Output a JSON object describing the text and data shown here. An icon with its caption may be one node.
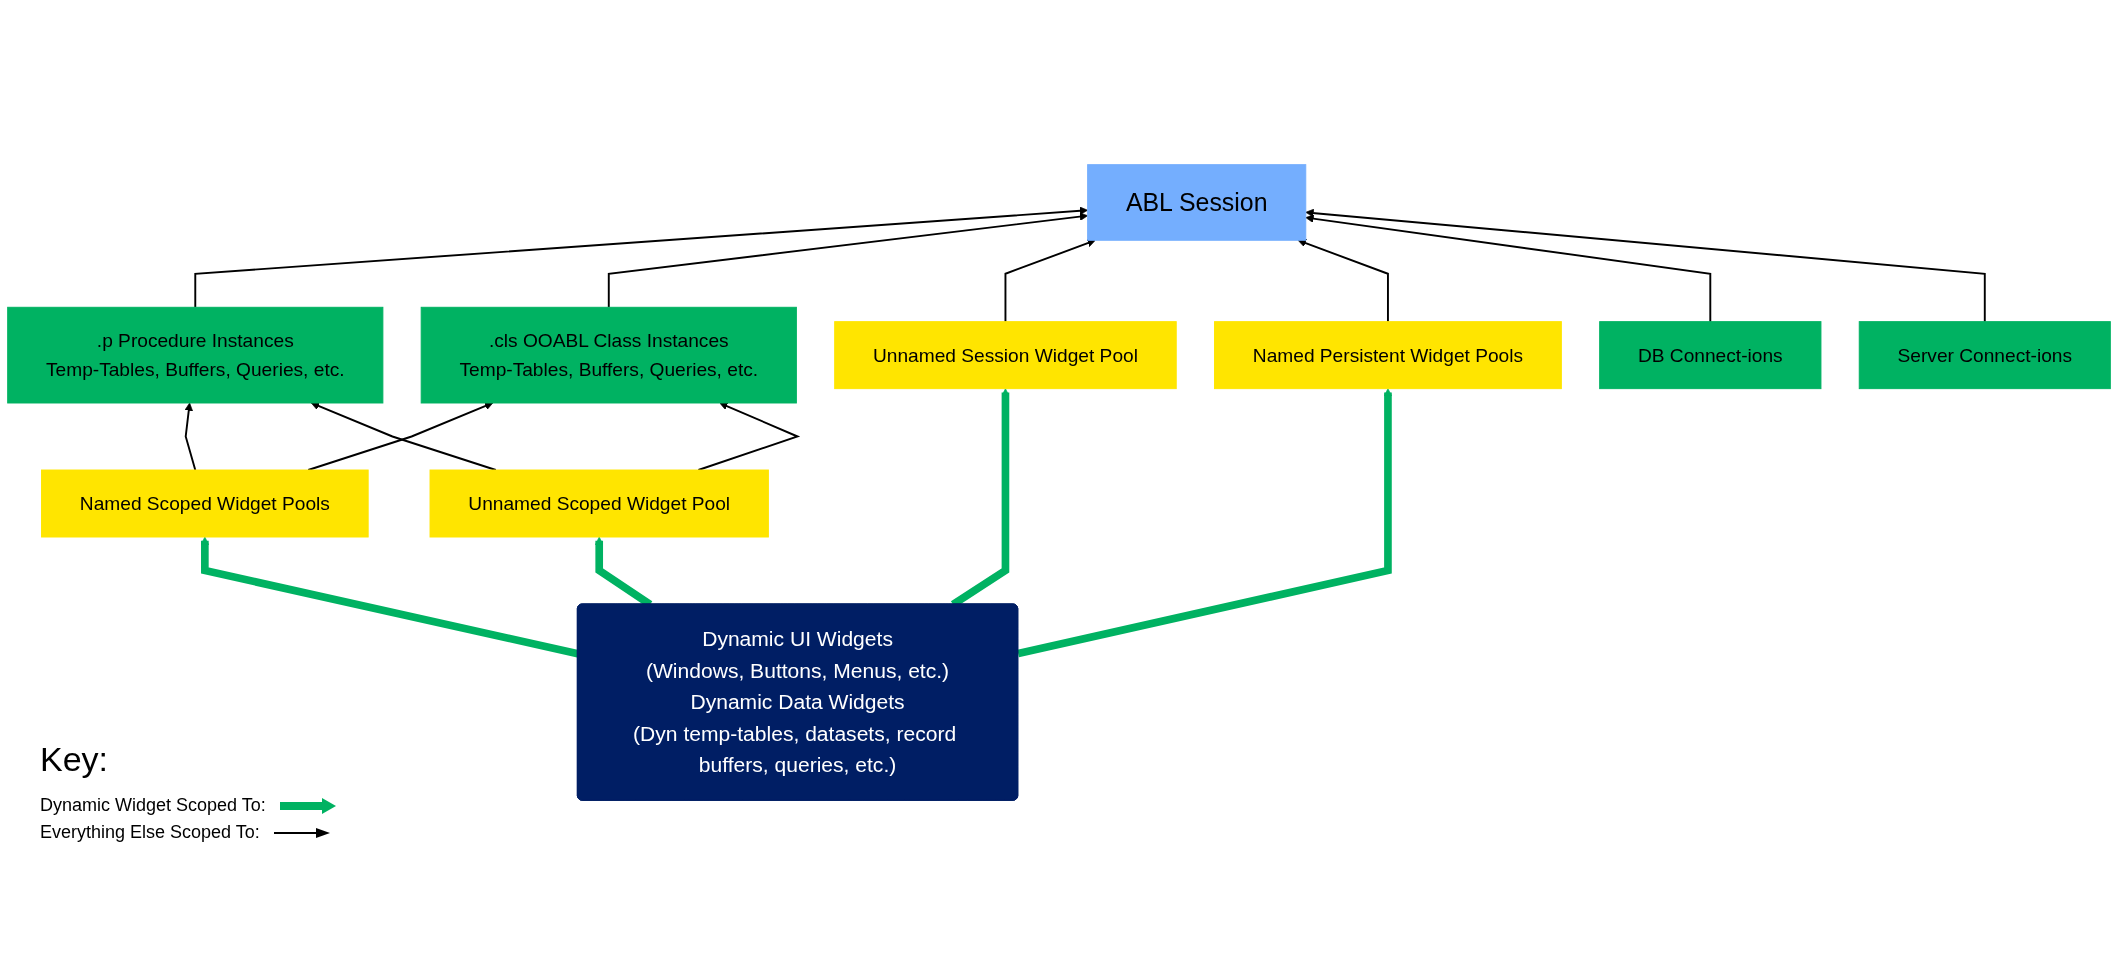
{
  "diagram": {
    "nodes": [
      {
        "text": [
          "ABL Session"
        ]
      },
      {
        "text": [
          ".p Procedure Instances",
          "Temp-Tables, Buffers, Queries, etc."
        ]
      },
      {
        "text": [
          ".cls OOABL Class Instances",
          "Temp-Tables, Buffers, Queries, etc."
        ]
      },
      {
        "text": [
          "Unnamed Session Widget Pool"
        ]
      },
      {
        "text": [
          "Named Persistent Widget Pools"
        ]
      },
      {
        "text": [
          "DB Connect-ions"
        ]
      },
      {
        "text": [
          "Server Connect-ions"
        ]
      },
      {
        "text": [
          "Named Scoped Widget Pools"
        ]
      },
      {
        "text": [
          "Unnamed Scoped Widget Pool"
        ]
      },
      {
        "text": [
          "Dynamic UI Widgets",
          "(Windows, Buttons, Menus, etc.)",
          "Dynamic Data Widgets",
          "(Dyn temp-tables, datasets, record buffers, queries, etc.)"
        ]
      }
    ],
    "edges": [
      {
        "from": 1,
        "to": 0,
        "arrow": "to"
      },
      {
        "from": 2,
        "to": 0,
        "arrow": "to"
      },
      {
        "from": 3,
        "to": 0,
        "arrow": "to"
      },
      {
        "from": 4,
        "to": 0,
        "arrow": "to"
      },
      {
        "from": 5,
        "to": 0,
        "arrow": "to"
      },
      {
        "from": 6,
        "to": 0,
        "arrow": "to"
      },
      {
        "from": 7,
        "to": 1,
        "arrow": "to"
      },
      {
        "from": 7,
        "to": 2,
        "arrow": "to"
      },
      {
        "from": 8,
        "to": 1,
        "arrow": "to"
      },
      {
        "from": 8,
        "to": 2,
        "arrow": "to"
      },
      {
        "from": 9,
        "to": 3,
        "arrow": "to",
        "style": "thick",
        "color": "#00b262"
      },
      {
        "from": 9,
        "to": 4,
        "arrow": "to",
        "style": "thick",
        "color": "#00b262"
      },
      {
        "from": 9,
        "to": 7,
        "arrow": "to",
        "style": "thick",
        "color": "#00b262"
      },
      {
        "from": 9,
        "to": 8,
        "arrow": "to",
        "style": "thick",
        "color": "#00b262"
      }
    ],
    "labels": [
      "Key:"
    ],
    "legend": [
      {
        "text": "Dynamic Widget Scoped To:"
      },
      {
        "text": "Everything Else Scoped To:"
      }
    ]
  }
}
